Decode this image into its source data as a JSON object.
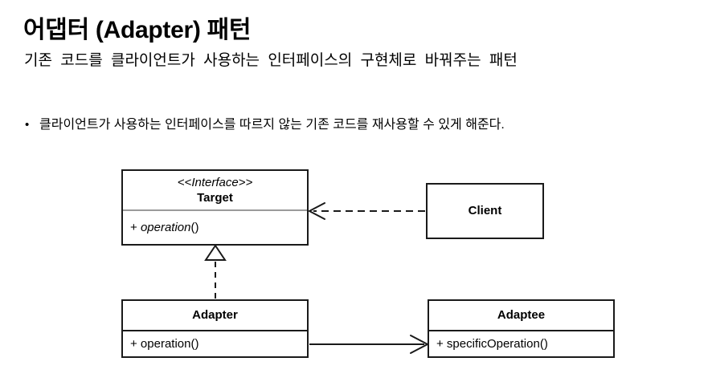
{
  "slide": {
    "title": "어댑터 (Adapter) 패턴",
    "subtitle": "기존 코드를 클라이언트가 사용하는 인터페이스의 구현체로 바꿔주는 패턴",
    "bullets": [
      {
        "marker": "•",
        "text": "클라이언트가 사용하는 인터페이스를 따르지 않는 기존 코드를 재사용할 수 있게 해준다."
      }
    ]
  },
  "diagram": {
    "type": "uml-class-diagram",
    "classes": [
      {
        "id": "target",
        "stereotype": "<<Interface>>",
        "name": "Target",
        "members": [
          "+ operation()"
        ]
      },
      {
        "id": "client",
        "name": "Client",
        "members": []
      },
      {
        "id": "adapter",
        "name": "Adapter",
        "members": [
          "+ operation()"
        ]
      },
      {
        "id": "adaptee",
        "name": "Adaptee",
        "members": [
          "+ specificOperation()"
        ]
      }
    ],
    "relations": [
      {
        "id": "client-target",
        "from": "client",
        "to": "target",
        "kind": "dependency",
        "line": "dashed",
        "arrowhead": "open"
      },
      {
        "id": "adapter-target",
        "from": "adapter",
        "to": "target",
        "kind": "realization",
        "line": "dashed",
        "arrowhead": "hollow-triangle"
      },
      {
        "id": "adapter-adaptee",
        "from": "adapter",
        "to": "adaptee",
        "kind": "association",
        "line": "solid",
        "arrowhead": "open"
      }
    ],
    "colors": {
      "stroke": "#1a1a1a",
      "light_divider": "#9a9a9a",
      "fill": "#ffffff",
      "text": "#000000"
    }
  }
}
